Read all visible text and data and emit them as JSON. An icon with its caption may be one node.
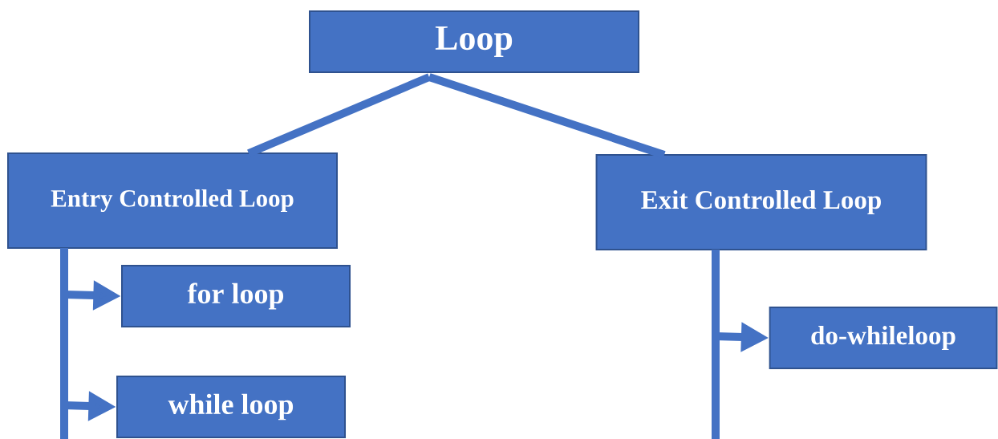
{
  "diagram": {
    "nodes": [
      {
        "text": [
          "Loop"
        ]
      },
      {
        "text": [
          "Entry Controlled Loop"
        ]
      },
      {
        "text": [
          "Exit Controlled Loop"
        ]
      },
      {
        "text": [
          "for loop"
        ]
      },
      {
        "text": [
          "while loop"
        ]
      },
      {
        "text": [
          "do-whileloop"
        ]
      }
    ],
    "edges": [
      {
        "from": 0,
        "to": 1,
        "arrow": "none"
      },
      {
        "from": 0,
        "to": 2,
        "arrow": "none"
      },
      {
        "from": 1,
        "to": 3,
        "arrow": "to"
      },
      {
        "from": 1,
        "to": 4,
        "arrow": "to"
      },
      {
        "from": 2,
        "to": 5,
        "arrow": "to"
      }
    ]
  }
}
